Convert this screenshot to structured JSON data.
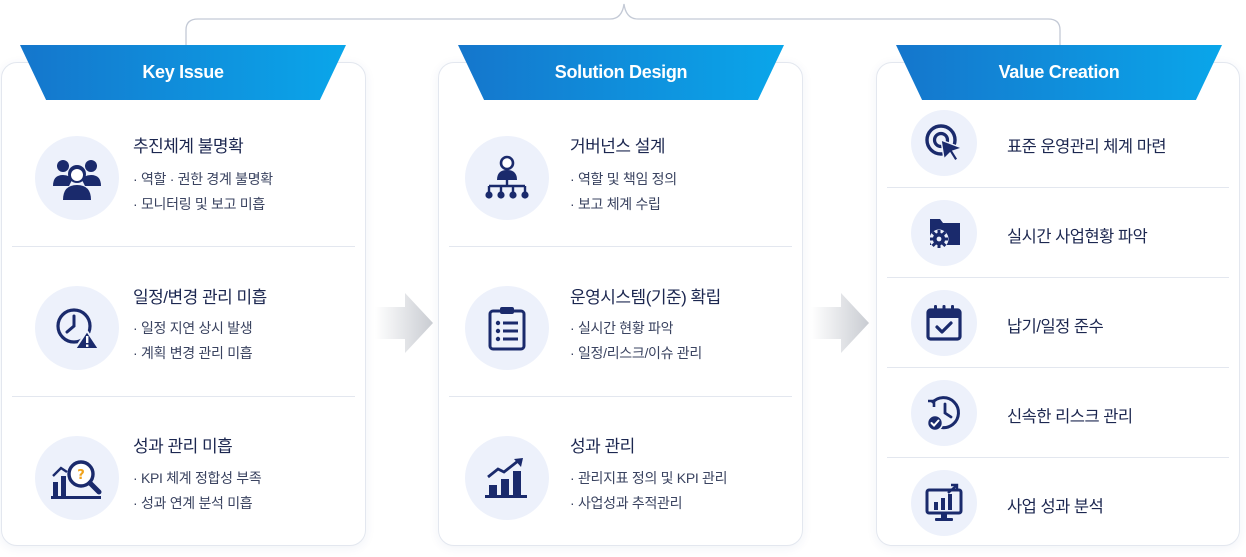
{
  "columns": [
    {
      "header": "Key Issue",
      "items": [
        {
          "icon": "people-group-icon",
          "title": "추진체계 불명확",
          "bullets": [
            "· 역할 · 권한 경계 불명확",
            "· 모니터링 및 보고 미흡"
          ]
        },
        {
          "icon": "clock-warning-icon",
          "title": "일정/변경 관리 미흡",
          "bullets": [
            "· 일정 지연 상시 발생",
            "· 계획 변경 관리 미흡"
          ]
        },
        {
          "icon": "chart-magnifier-icon",
          "title": "성과 관리 미흡",
          "bullets": [
            "· KPI 체계 정합성 부족",
            "· 성과 연계 분석 미흡"
          ]
        }
      ]
    },
    {
      "header": "Solution Design",
      "items": [
        {
          "icon": "org-structure-icon",
          "title": "거버넌스 설계",
          "bullets": [
            "· 역할 및 책임 정의",
            "· 보고 체계 수립"
          ]
        },
        {
          "icon": "clipboard-list-icon",
          "title": "운영시스템(기준) 확립",
          "bullets": [
            "· 실시간 현황 파악",
            "· 일정/리스크/이슈 관리"
          ]
        },
        {
          "icon": "growth-chart-icon",
          "title": "성과 관리",
          "bullets": [
            "· 관리지표 정의 및 KPI 관리",
            "· 사업성과 추적관리"
          ]
        }
      ]
    },
    {
      "header": "Value Creation",
      "items": [
        {
          "icon": "target-cursor-icon",
          "title": "표준 운영관리 체계 마련"
        },
        {
          "icon": "folder-gear-icon",
          "title": "실시간 사업현황 파악"
        },
        {
          "icon": "calendar-check-icon",
          "title": "납기/일정 준수"
        },
        {
          "icon": "clock-check-icon",
          "title": "신속한 리스크 관리"
        },
        {
          "icon": "monitor-chart-icon",
          "title": "사업 성과 분석"
        }
      ]
    }
  ],
  "colors": {
    "header_start": "#1576cc",
    "header_end": "#0aa6ea",
    "icon": "#1a2a6c",
    "accent": "#f0a21a",
    "icon_bg": "#edf1fb"
  }
}
